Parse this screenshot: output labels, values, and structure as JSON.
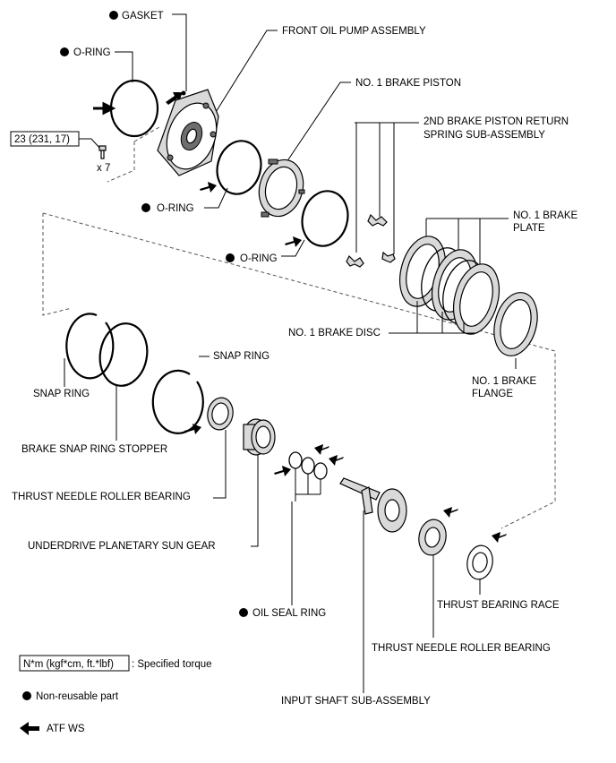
{
  "labels": {
    "gasket": "GASKET",
    "front_oil_pump": "FRONT OIL PUMP ASSEMBLY",
    "o_ring_1": "O-RING",
    "o_ring_2": "O-RING",
    "o_ring_3": "O-RING",
    "no1_brake_piston": "NO. 1 BRAKE PISTON",
    "return_spring_1": "2ND BRAKE PISTON RETURN",
    "return_spring_2": "SPRING SUB-ASSEMBLY",
    "brake_plate_1": "NO. 1 BRAKE",
    "brake_plate_2": "PLATE",
    "brake_disc": "NO. 1 BRAKE DISC",
    "brake_flange_1": "NO. 1 BRAKE",
    "brake_flange_2": "FLANGE",
    "snap_ring_1": "SNAP RING",
    "snap_ring_2": "SNAP RING",
    "brake_snap_ring_stopper": "BRAKE SNAP RING STOPPER",
    "thrust_needle_bearing_1": "THRUST NEEDLE ROLLER BEARING",
    "underdrive_sun_gear": "UNDERDRIVE PLANETARY SUN GEAR",
    "oil_seal_ring": "OIL SEAL RING",
    "thrust_bearing_race": "THRUST BEARING RACE",
    "thrust_needle_bearing_2": "THRUST NEEDLE ROLLER BEARING",
    "input_shaft": "INPUT SHAFT SUB-ASSEMBLY"
  },
  "torque": {
    "value": "23 (231, 17)",
    "quantity": "x 7"
  },
  "legend": {
    "torque_box": "N*m (kgf*cm, ft.*lbf)",
    "torque_desc": ": Specified torque",
    "nonreusable": "Non-reusable part",
    "atf": "ATF WS"
  }
}
